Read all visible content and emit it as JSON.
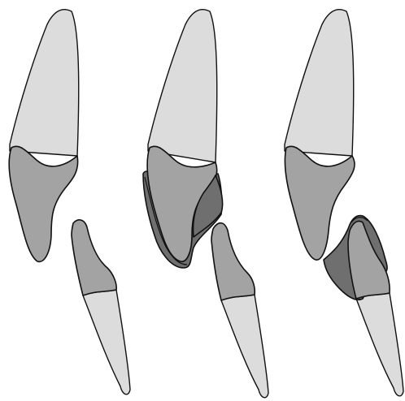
{
  "colors": {
    "background": "#ffffff",
    "outline": "#111111",
    "root_light": "#dcdcdc",
    "crown_mid": "#a3a3a3",
    "restoration_dark": "#6f6f6f"
  },
  "panels": [
    {
      "id": "panel-1",
      "upper_tooth": "upper-tooth",
      "lower_tooth": "lower-tooth",
      "restoration": "none"
    },
    {
      "id": "panel-2",
      "upper_tooth": "upper-tooth",
      "lower_tooth": "lower-tooth",
      "restoration": "upper-crown-veneer"
    },
    {
      "id": "panel-3",
      "upper_tooth": "upper-tooth",
      "lower_tooth": "lower-tooth",
      "restoration": "lower-crown-cap"
    }
  ]
}
